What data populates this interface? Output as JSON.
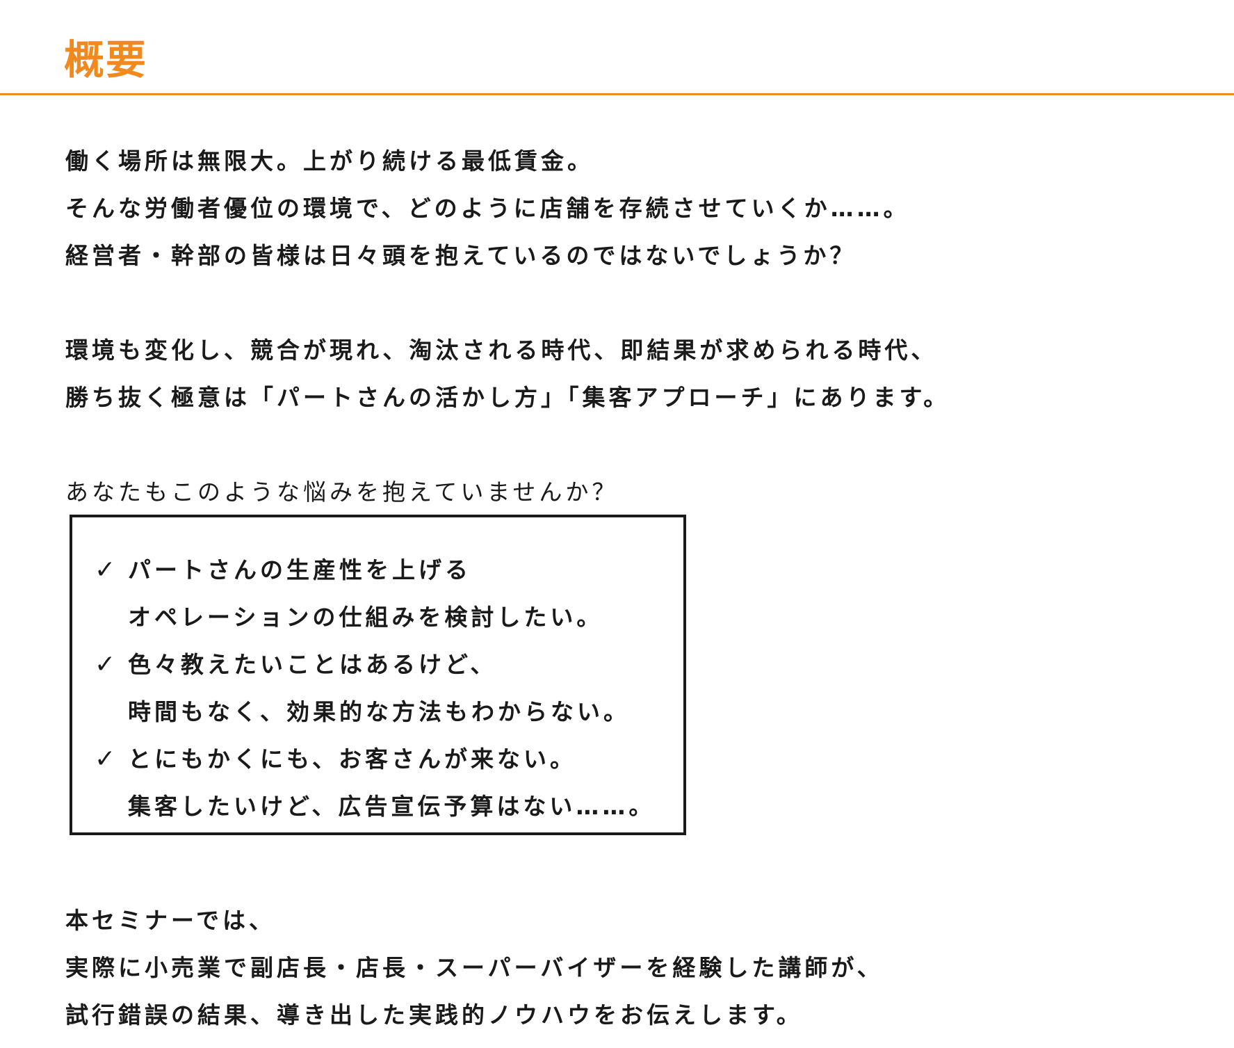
{
  "heading": "概要",
  "intro": [
    "働く場所は無限大。上がり続ける最低賃金。",
    "そんな労働者優位の環境で、どのように店舗を存続させていくか……。",
    "経営者・幹部の皆様は日々頭を抱えているのではないでしょうか？"
  ],
  "context": [
    "環境も変化し、競合が現れ、淘汰される時代、即結果が求められる時代、",
    "勝ち抜く極意は「パートさんの活かし方」「集客アプローチ」にあります。"
  ],
  "question": "あなたもこのような悩みを抱えていませんか？",
  "concerns": [
    {
      "check": "✓",
      "lines": [
        "パートさんの生産性を上げる",
        "オペレーションの仕組みを検討したい。"
      ]
    },
    {
      "check": "✓",
      "lines": [
        "色々教えたいことはあるけど、",
        "時間もなく、効果的な方法もわからない。"
      ]
    },
    {
      "check": "✓",
      "lines": [
        "とにもかくにも、お客さんが来ない。",
        "集客したいけど、広告宣伝予算はない……。"
      ]
    }
  ],
  "closing": [
    "本セミナーでは、",
    "実際に小売業で副店長・店長・スーパーバイザーを経験した講師が、",
    "試行錯誤の結果、導き出した実践的ノウハウをお伝えします。"
  ]
}
